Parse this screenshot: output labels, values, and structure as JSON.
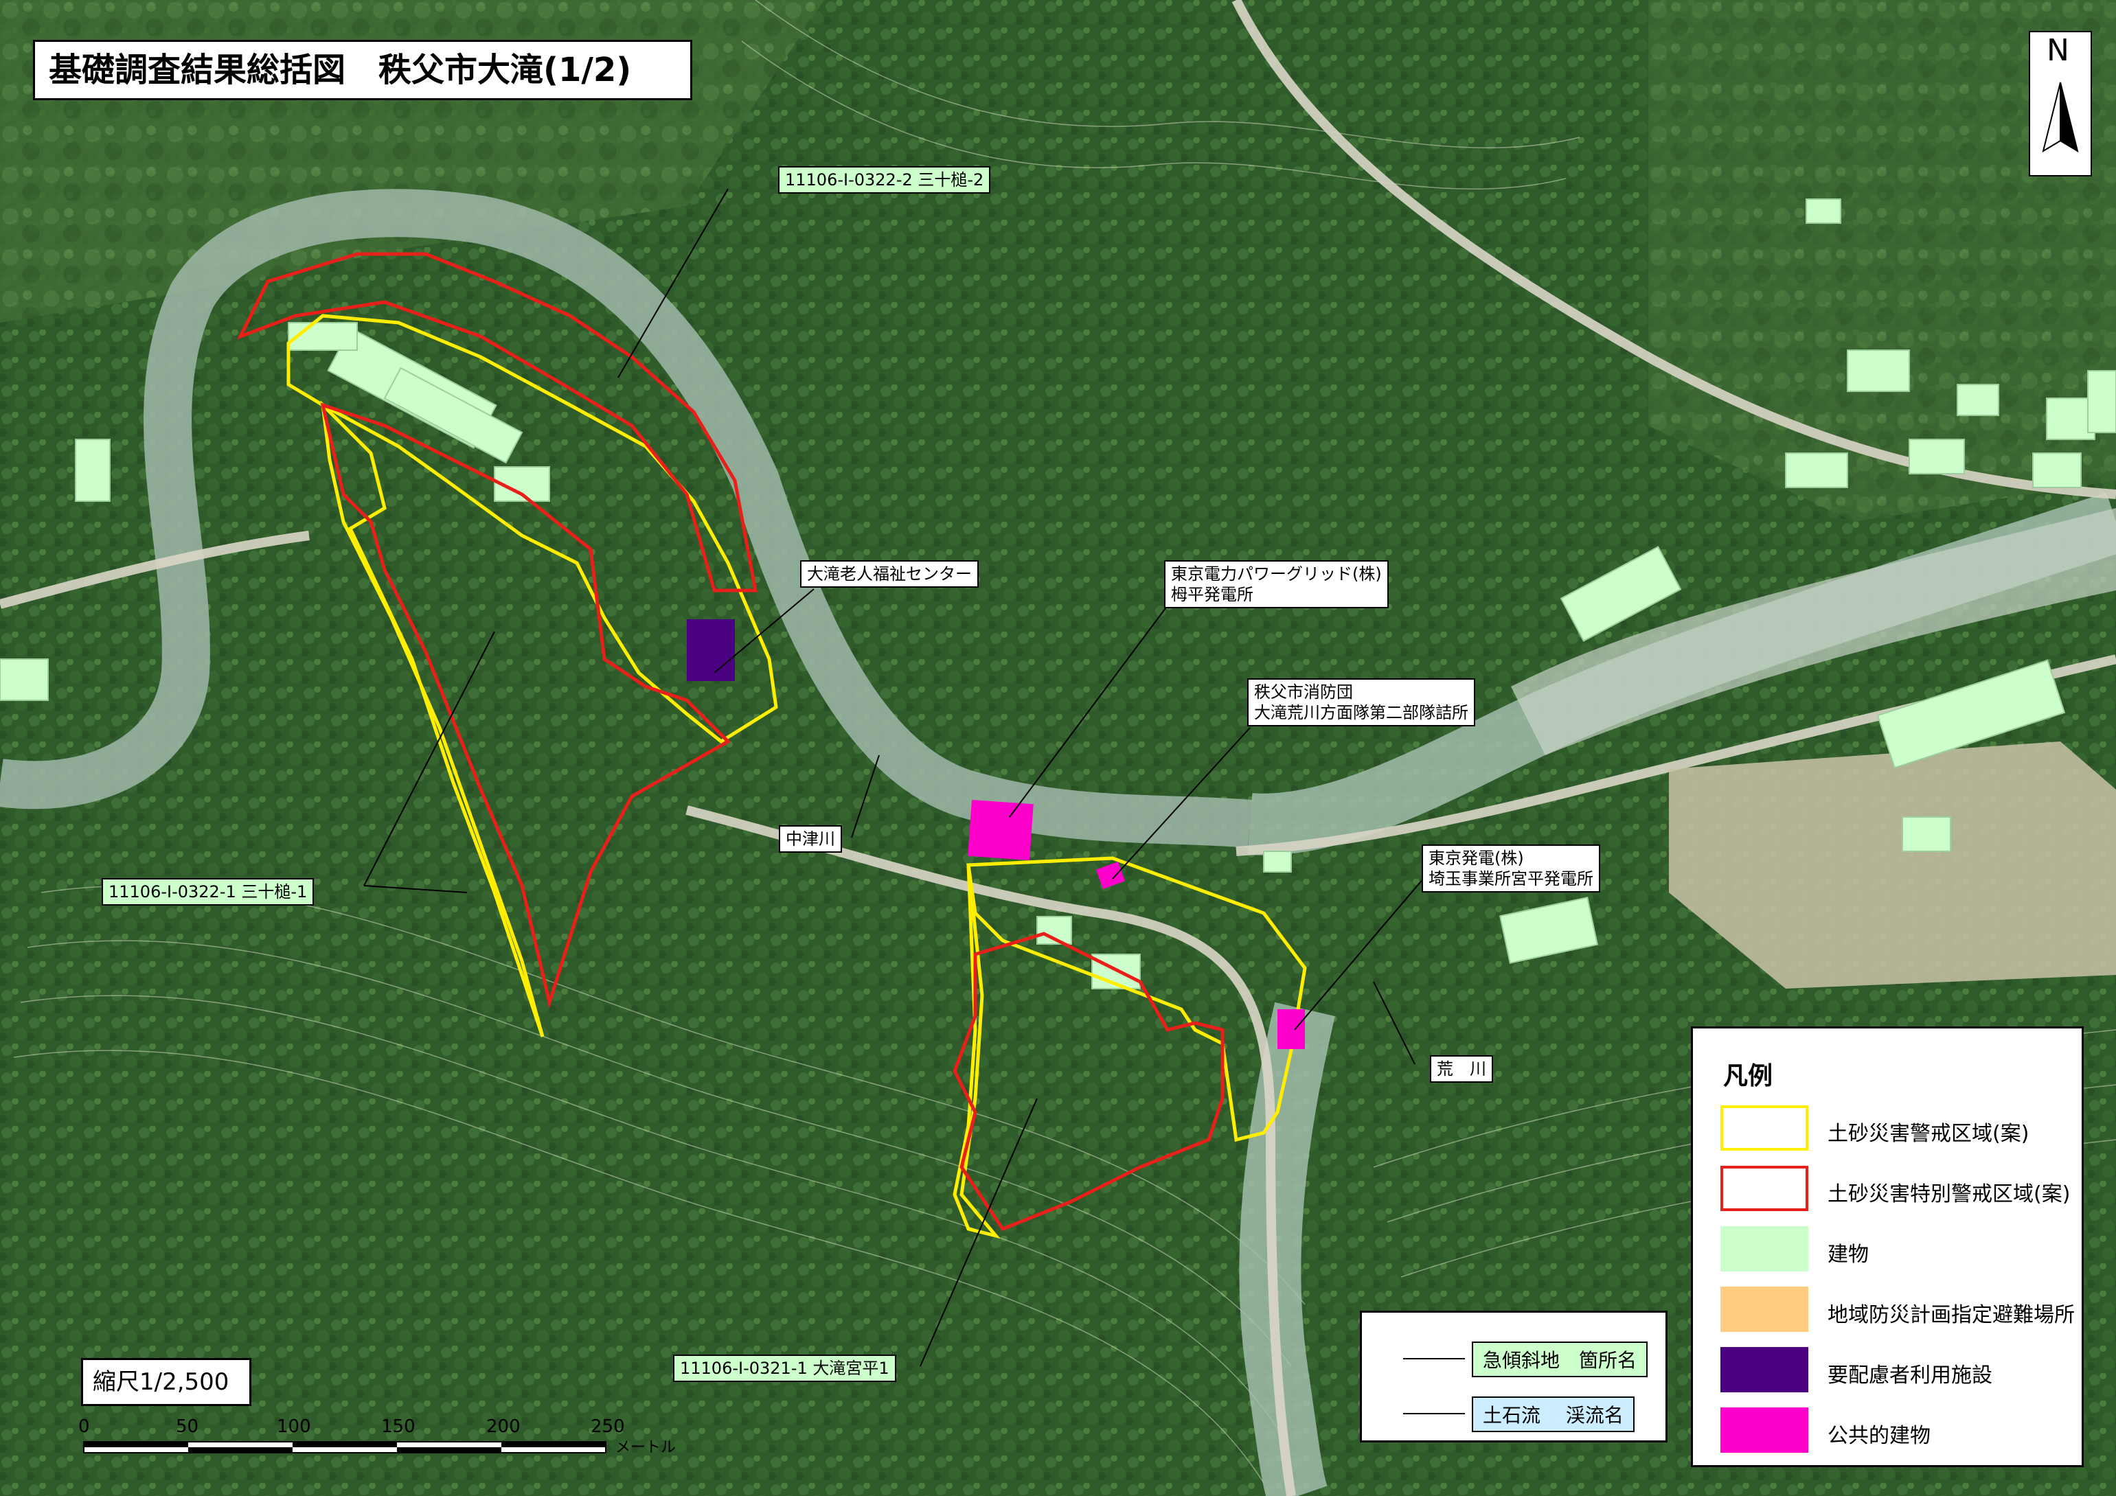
{
  "title": "基礎調査結果総括図　秩父市大滝(1/2)",
  "north": "N",
  "colors": {
    "keikai": "#ffee00",
    "tokubetsu": "#e8201a",
    "building": "#ccffcc",
    "shelter": "#ffcc80",
    "care_facility": "#4b0082",
    "public_building": "#ff00cc"
  },
  "labels": {
    "slope_upper": "11106-Ⅰ-0322-2  三十槌-2",
    "slope_lower": "11106-Ⅰ-0322-1  三十槌-1",
    "slope_south": "11106-Ⅰ-0321-1  大滝宮平1",
    "care_center": "大滝老人福祉センター",
    "tepco_line1": "東京電力パワーグリッド(株)",
    "tepco_line2": "栂平発電所",
    "fire_line1": "秩父市消防団",
    "fire_line2": "大滝荒川方面隊第二部隊詰所",
    "tokyo_hatsuden_line1": "東京発電(株)",
    "tokyo_hatsuden_line2": "埼玉事業所宮平発電所",
    "river_nakatsu": "中津川",
    "river_ara": "荒　川"
  },
  "legend": {
    "heading": "凡例",
    "items": [
      {
        "label": "土砂災害警戒区域(案)",
        "kind": "outline",
        "color": "#ffee00"
      },
      {
        "label": "土砂災害特別警戒区域(案)",
        "kind": "outline",
        "color": "#e8201a"
      },
      {
        "label": "建物",
        "kind": "fill",
        "color": "#ccffcc"
      },
      {
        "label": "地域防災計画指定避難場所",
        "kind": "fill",
        "color": "#ffcc80"
      },
      {
        "label": "要配慮者利用施設",
        "kind": "fill",
        "color": "#4b0082"
      },
      {
        "label": "公共的建物",
        "kind": "fill",
        "color": "#ff00cc"
      }
    ]
  },
  "key": {
    "slope": "急傾斜地　箇所名",
    "debris": "土石流　 渓流名"
  },
  "scale": {
    "title": "縮尺1/2,500",
    "ticks": [
      "0",
      "50",
      "100",
      "150",
      "200",
      "250"
    ],
    "unit": "メートル"
  }
}
